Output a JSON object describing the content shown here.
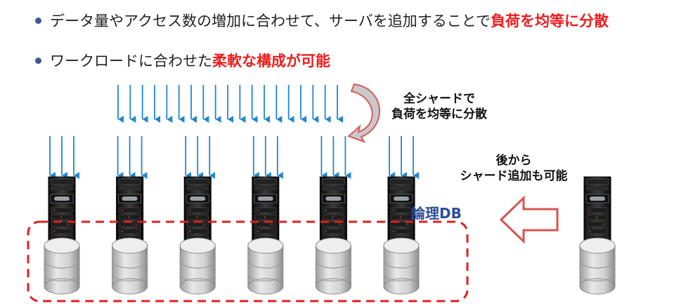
{
  "bullets": [
    {
      "text": "データ量やアクセス数の増加に合わせて、サーバを追加することで",
      "emphasis": "負荷を均等に分散"
    },
    {
      "text": "ワークロードに合わせた",
      "emphasis": "柔軟な構成が可能"
    }
  ],
  "labels": {
    "distribute_line1": "全シャードで",
    "distribute_line2": "負荷を均等に分散",
    "add_line1": "後から",
    "add_line2": "シャード追加も可能",
    "logical_db": "論理DB"
  },
  "colors": {
    "bullet": "#3a5a92",
    "emphasis": "#ee1c1c",
    "arrow": "#1f86d0",
    "dashed_border": "#e02020",
    "logical_db_text": "#2b4c9a",
    "add_arrow": "#d9534f",
    "curved_arrow": "#c9c9c9"
  },
  "diagram": {
    "shard_count": 6,
    "top_request_arrows": 19,
    "arrows_per_shard": 3,
    "spare_servers": 1
  }
}
